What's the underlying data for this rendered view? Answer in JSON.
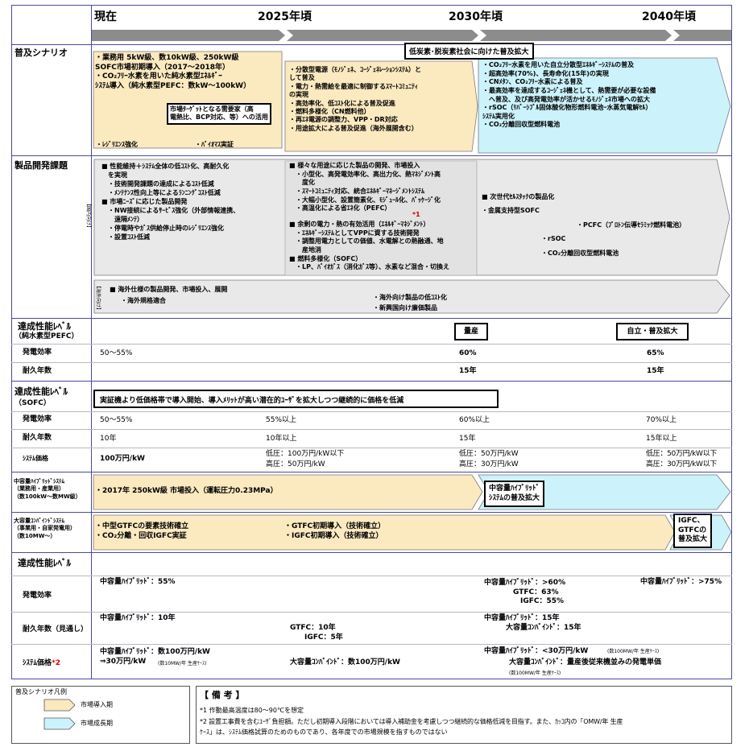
{
  "header": {
    "years": [
      "現在",
      "2025年頃",
      "2030年頃",
      "2040年頃"
    ]
  },
  "section_labels": {
    "scenario": "普及シナリオ",
    "product": "製品開発課題",
    "pefc_title_1": "達成性能ﾚﾍﾞﾙ",
    "pefc_title_2": "（純水素型PEFC）",
    "sofc_title_1": "達成性能ﾚﾍﾞﾙ",
    "sofc_title_2": "（SOFC）",
    "perf_title": "達成性能ﾚﾍﾞﾙ"
  },
  "scenario": {
    "top_box": "低炭素･脱炭素社会に向けた普及拡大",
    "col1": "・業務用 5kW級、数10kW級、250kW級\nSOFC市場初期導入（2017～2018年）\n・CO₂ﾌﾘｰ水素を用いた純水素型ｴﾈﾙｷﾞｰ\nｼｽﾃﾑ導入（純水素型PEFC：数kW～100kW）",
    "target_box": "市場ﾀｰｹﾞｯﾄとなる需要家（高\n電熱比、BCP対応、等）への活用",
    "resilience": "・ﾚｼﾞﾘｴﾝｽ強化",
    "biomass": "・ﾊﾞｲｵﾏｽ実証",
    "col2": "・分散型電源（ﾓﾉｼﾞｪﾈ、ｺｰｼﾞｪﾈﾚｰｼｮﾝｼｽﾃﾑ）と\nして普及\n・電力・熱需給を最適に制御するｽﾏｰﾄｺﾐｭﾆﾃｨ\nの実現\n・高効率化、低ｺｽﾄ化による普及促進\n・燃料多様化（CN燃料他）\n・再ｴﾈ電源の調整力、VPP・DR対応\n・用途拡大による普及促進（海外展開含む）",
    "col3": "・CO₂ﾌﾘｰ水素を用いた自立分散型ｴﾈﾙｷﾞｰｼｽﾃﾑの普及\n・超高効率(70%)、長寿命化(15年)の実現\n・CNﾒﾀﾝ、CO₂ﾌﾘｰ水素による普及\n・最高効率を達成するｺｰｼﾞｪﾈ機として、熱需要が必要な設備\n　へ普及、及び高発電効率が活かせるﾓﾉｼﾞｪﾈ市場への拡大\n・rSOC（ﾘﾊﾞｰｼﾌﾞﾙ固体酸化物形燃料電池ｰ水蒸気電解ｾﾙ）\nｼｽﾃﾑ実用化\n・CO₂分離回収型燃料電池"
  },
  "product": {
    "domestic_tag": "【国内向け】",
    "overseas_tag": "【海外向け】",
    "col1": "■ 性能維持＋ｼｽﾃﾑ全体の低ｺｽﾄ化、高耐久化\n　を実現\n　・技術開発課題の達成によるｺｽﾄ低減\n　・ﾒﾝﾃﾅﾝｽ性向上等によるﾗﾝﾆﾝｸﾞｺｽﾄ低減\n■ 市場ﾆｰｽﾞに応じた製品開発\n　・NW接続によるｻｰﾋﾞｽ強化（外部情報連携、\n　　遠隔ﾒﾝﾃ）\n　・停電時やｶﾞｽ供給停止時のﾚｼﾞﾘｴﾝｽ強化\n　・設置ｺｽﾄ低減",
    "col2": "■ 様々な用途に応じた製品の開発、市場投入\n　・小型化、高発電効率化、高出力化、熱ﾏﾈｼﾞﾒﾝﾄ高\n　　度化\n　・ｽﾏｰﾄｺﾐｭﾆﾃｨ対応、統合ｴﾈﾙｷﾞｰﾏﾈｰｼﾞﾒﾝﾄｼｽﾃﾑ\n　・大幅小型化、設置簡素化、ﾓｼﾞｭｰﾙ化、ﾊﾟｯｹｰｼﾞ化\n　・高温化による省ｴﾈ化（PEFC）",
    "col2_note": "*1",
    "col2b": "■ 余剰の電力・熱の有効活用（ｴﾈﾙｷﾞｰﾏﾈｼﾞﾒﾝﾄ）\n　・ｴﾈﾙｷﾞｰｼｽﾃﾑとしてVPPに資する技術開発\n　・調整用電力としての価値、水電解との熱融通、地\n　　産地消\n■ 燃料多様化（SOFC）\n　・LP、ﾊﾞｲｵｶﾞｽ（消化ｶﾞｽ等）、水素など混合・切換え",
    "col3_head": "■ 次世代ｾﾙｽﾀｯｸの製品化",
    "col3_sofc": "・金属支持型SOFC",
    "col3_pcfc": "・PCFC（ﾌﾟﾛﾄﾝ伝導ｾﾗﾐｯｸ燃料電池）",
    "col3_rsoc": "・rSOC",
    "col3_co2": "・CO₂分離回収型燃料電池",
    "ov1": "■ 海外仕様の製品開発、市場投入、展開",
    "ov2": "・海外規格適合",
    "ov3": "・海外向け製品の低ｺｽﾄ化",
    "ov4": "・新興国向け廉価製品"
  },
  "pefc": {
    "box_mass": "量産",
    "box_indep": "自立・普及拡大",
    "eff_label": "発電効率",
    "eff": [
      "50～55%",
      "60%",
      "65%"
    ],
    "life_label": "耐久年数",
    "life": [
      "15年",
      "15年"
    ]
  },
  "sofc": {
    "box": "実証機より低価格帯で導入開始、導入ﾒﾘｯﾄが高い潜在的ﾕｰｻﾞを拡大しつつ継続的に価格を低減",
    "eff_label": "発電効率",
    "eff": [
      "50～55%",
      "55%以上",
      "60%以上",
      "70%以上"
    ],
    "life_label": "耐久年数",
    "life": [
      "10年",
      "10年以上",
      "15年",
      "15年以上"
    ],
    "price_label": "ｼｽﾃﾑ価格",
    "price1": "100万円/kW",
    "price2": [
      "低圧：100万円/kW以下",
      "高圧：50万円/kW"
    ],
    "price3": [
      "低圧：50万円/kW",
      "高圧：30万円/kW"
    ],
    "price4": [
      "低圧：50万円/kW以下",
      "高圧：30万円/kW以下"
    ]
  },
  "hybrid": {
    "label": "中容量ﾊｲﾌﾞﾘｯﾄﾞｼｽﾃﾑ\n（業務用・産業用）\n（数100kW～数MW級）",
    "arrow_text": "・2017年 250kW級 市場投入（運転圧力0.23MPa）",
    "box": "中容量ﾊｲﾌﾞﾘｯﾄﾞ\nｼｽﾃﾑの普及拡大"
  },
  "combined": {
    "label": "大容量ｺﾝﾊﾞｲﾝﾄﾞｼｽﾃﾑ\n（事業用・自家発電用）\n（数10MW～）",
    "left": "・中型GTFCの要素技術確立\n・CO₂分離・回収IGFC実証",
    "mid": "・GTFC初期導入（技術確立）\n・IGFC初期導入（技術確立）",
    "box": "IGFC、\nGTFCの\n普及拡大"
  },
  "perf": {
    "eff_label": "発電効率",
    "eff1": "中容量ﾊｲﾌﾞﾘｯﾄﾞ：55%",
    "eff2": "中容量ﾊｲﾌﾞﾘｯﾄﾞ：>60%\n　　　　GTFC：63%\n　　　　　IGFC：55%",
    "eff3": "中容量ﾊｲﾌﾞﾘｯﾄﾞ：>75%",
    "life_label": "耐久年数（見通し）",
    "life1": "中容量ﾊｲﾌﾞﾘｯﾄﾞ：10年",
    "life2": "GTFC：10年\n　　IGFC：5年",
    "life3": "中容量ﾊｲﾌﾞﾘｯﾄﾞ：15年\n　　　大容量ｺﾝﾊﾞｲﾝﾄﾞ：15年",
    "price_label": "ｼｽﾃﾑ価格",
    "price_note": "*2",
    "price1": "中容量ﾊｲﾌﾞﾘｯﾄﾞ：数100万円/kW\n⇒30万円/kW",
    "price1_small": "(数10MW/年 生産ｹｰｽ)",
    "price2": "大容量ｺﾝﾊﾞｲﾝﾄﾞ：数100万円/kW",
    "price3a": "中容量ﾊｲﾌﾞﾘｯﾄﾞ：<30万円/kW",
    "price3a_small": "(数100MW/年 生産ｹｰｽ)",
    "price3b": "大容量ｺﾝﾊﾞｲﾝﾄﾞ：量産後従来機並みの発電単価",
    "price3b_small": "(数100MW/年 生産ｹｰｽ)"
  },
  "legend": {
    "title": "普及シナリオ凡例",
    "item1": "市場導入期",
    "item2": "市場成長期"
  },
  "notes": {
    "title": "【 備 考 】",
    "n1": "*1 作動最高温度は80～90℃を想定",
    "n2": "*2 設置工事費を含むﾕｰｻﾞ負担額。ただし初期導入段階においては導入補助金を考慮しつつ継続的な価格低減を目指す。また、ｶｯｺ内の「OMW/年 生産",
    "n3": "ｹｰｽ」は、ｼｽﾃﾑ価格試算のためのものであり、各年度での市場規模を指すものではない"
  },
  "colors": {
    "intro": "#fbe9c0",
    "growth": "#ccf2fb",
    "grey": "#e9e9e9",
    "arrow": "#8c8c8c",
    "grid": "#4a4aa0"
  }
}
